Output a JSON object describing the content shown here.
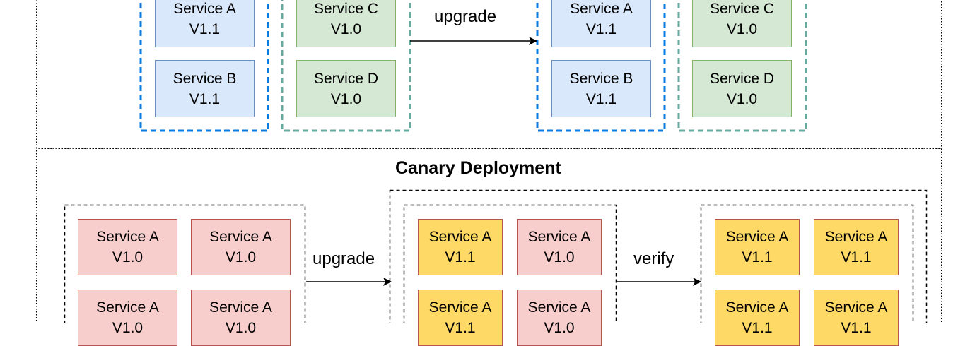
{
  "canary": {
    "title": "Canary Deployment",
    "upgrade_label": "upgrade",
    "verify_label": "verify"
  },
  "blue_green": {
    "upgrade_label": "upgrade",
    "before": {
      "blue_group": [
        {
          "name": "Service A",
          "version": "V1.1"
        },
        {
          "name": "Service B",
          "version": "V1.1"
        }
      ],
      "green_group": [
        {
          "name": "Service C",
          "version": "V1.0"
        },
        {
          "name": "Service D",
          "version": "V1.0"
        }
      ]
    },
    "after": {
      "blue_group": [
        {
          "name": "Service A",
          "version": "V1.1"
        },
        {
          "name": "Service B",
          "version": "V1.1"
        }
      ],
      "green_group": [
        {
          "name": "Service C",
          "version": "V1.0"
        },
        {
          "name": "Service D",
          "version": "V1.0"
        }
      ]
    }
  },
  "canary_stages": {
    "initial": [
      {
        "name": "Service A",
        "version": "V1.0"
      },
      {
        "name": "Service A",
        "version": "V1.0"
      },
      {
        "name": "Service A",
        "version": "V1.0"
      },
      {
        "name": "Service A",
        "version": "V1.0"
      }
    ],
    "partial": [
      {
        "name": "Service A",
        "version": "V1.1"
      },
      {
        "name": "Service A",
        "version": "V1.0"
      },
      {
        "name": "Service A",
        "version": "V1.1"
      },
      {
        "name": "Service A",
        "version": "V1.0"
      }
    ],
    "final": [
      {
        "name": "Service A",
        "version": "V1.1"
      },
      {
        "name": "Service A",
        "version": "V1.1"
      },
      {
        "name": "Service A",
        "version": "V1.1"
      },
      {
        "name": "Service A",
        "version": "V1.1"
      }
    ]
  },
  "colors": {
    "blue_fill": "#dae8fc",
    "blue_stroke": "#6c8ebf",
    "green_fill": "#d5e8d4",
    "green_stroke": "#82b366",
    "red_fill": "#f8cecc",
    "red_stroke": "#b85450",
    "yellow_fill": "#ffd966",
    "blue_dash": "#0a7be0",
    "green_dash": "#67ab9f"
  }
}
